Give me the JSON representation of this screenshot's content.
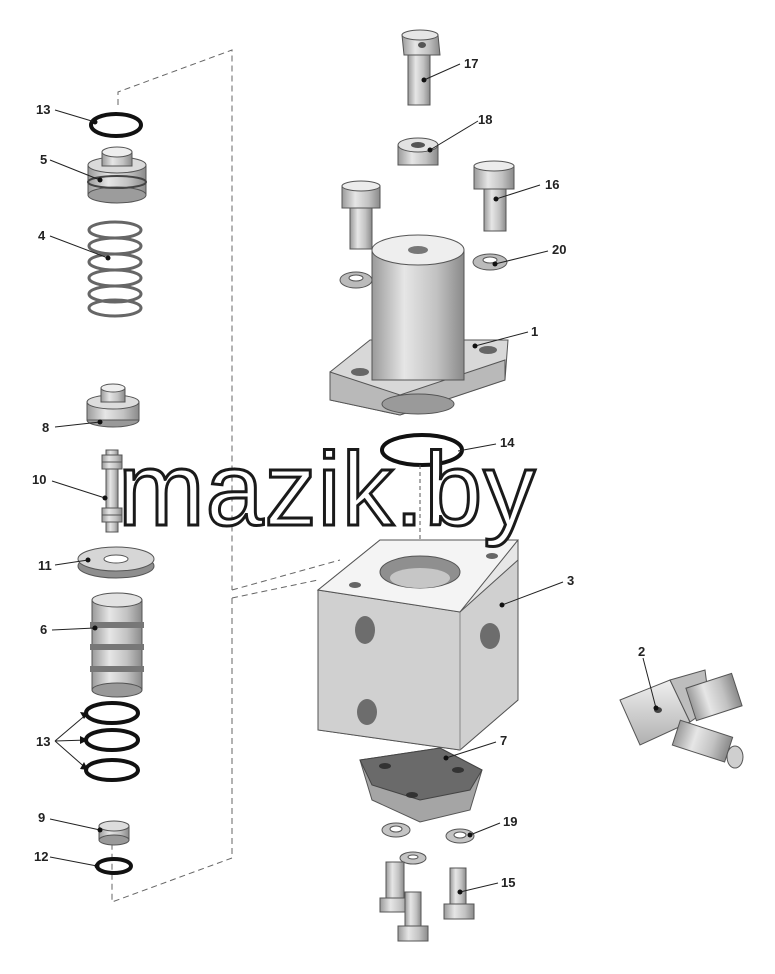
{
  "watermark": "mazik.by",
  "callouts": {
    "n1": "1",
    "n2": "2",
    "n3": "3",
    "n4": "4",
    "n5": "5",
    "n6": "6",
    "n7": "7",
    "n8": "8",
    "n9": "9",
    "n10": "10",
    "n11": "11",
    "n12": "12",
    "n13a": "13",
    "n13b": "13",
    "n14": "14",
    "n15": "15",
    "n16": "16",
    "n17": "17",
    "n18": "18",
    "n19": "19",
    "n20": "20"
  }
}
